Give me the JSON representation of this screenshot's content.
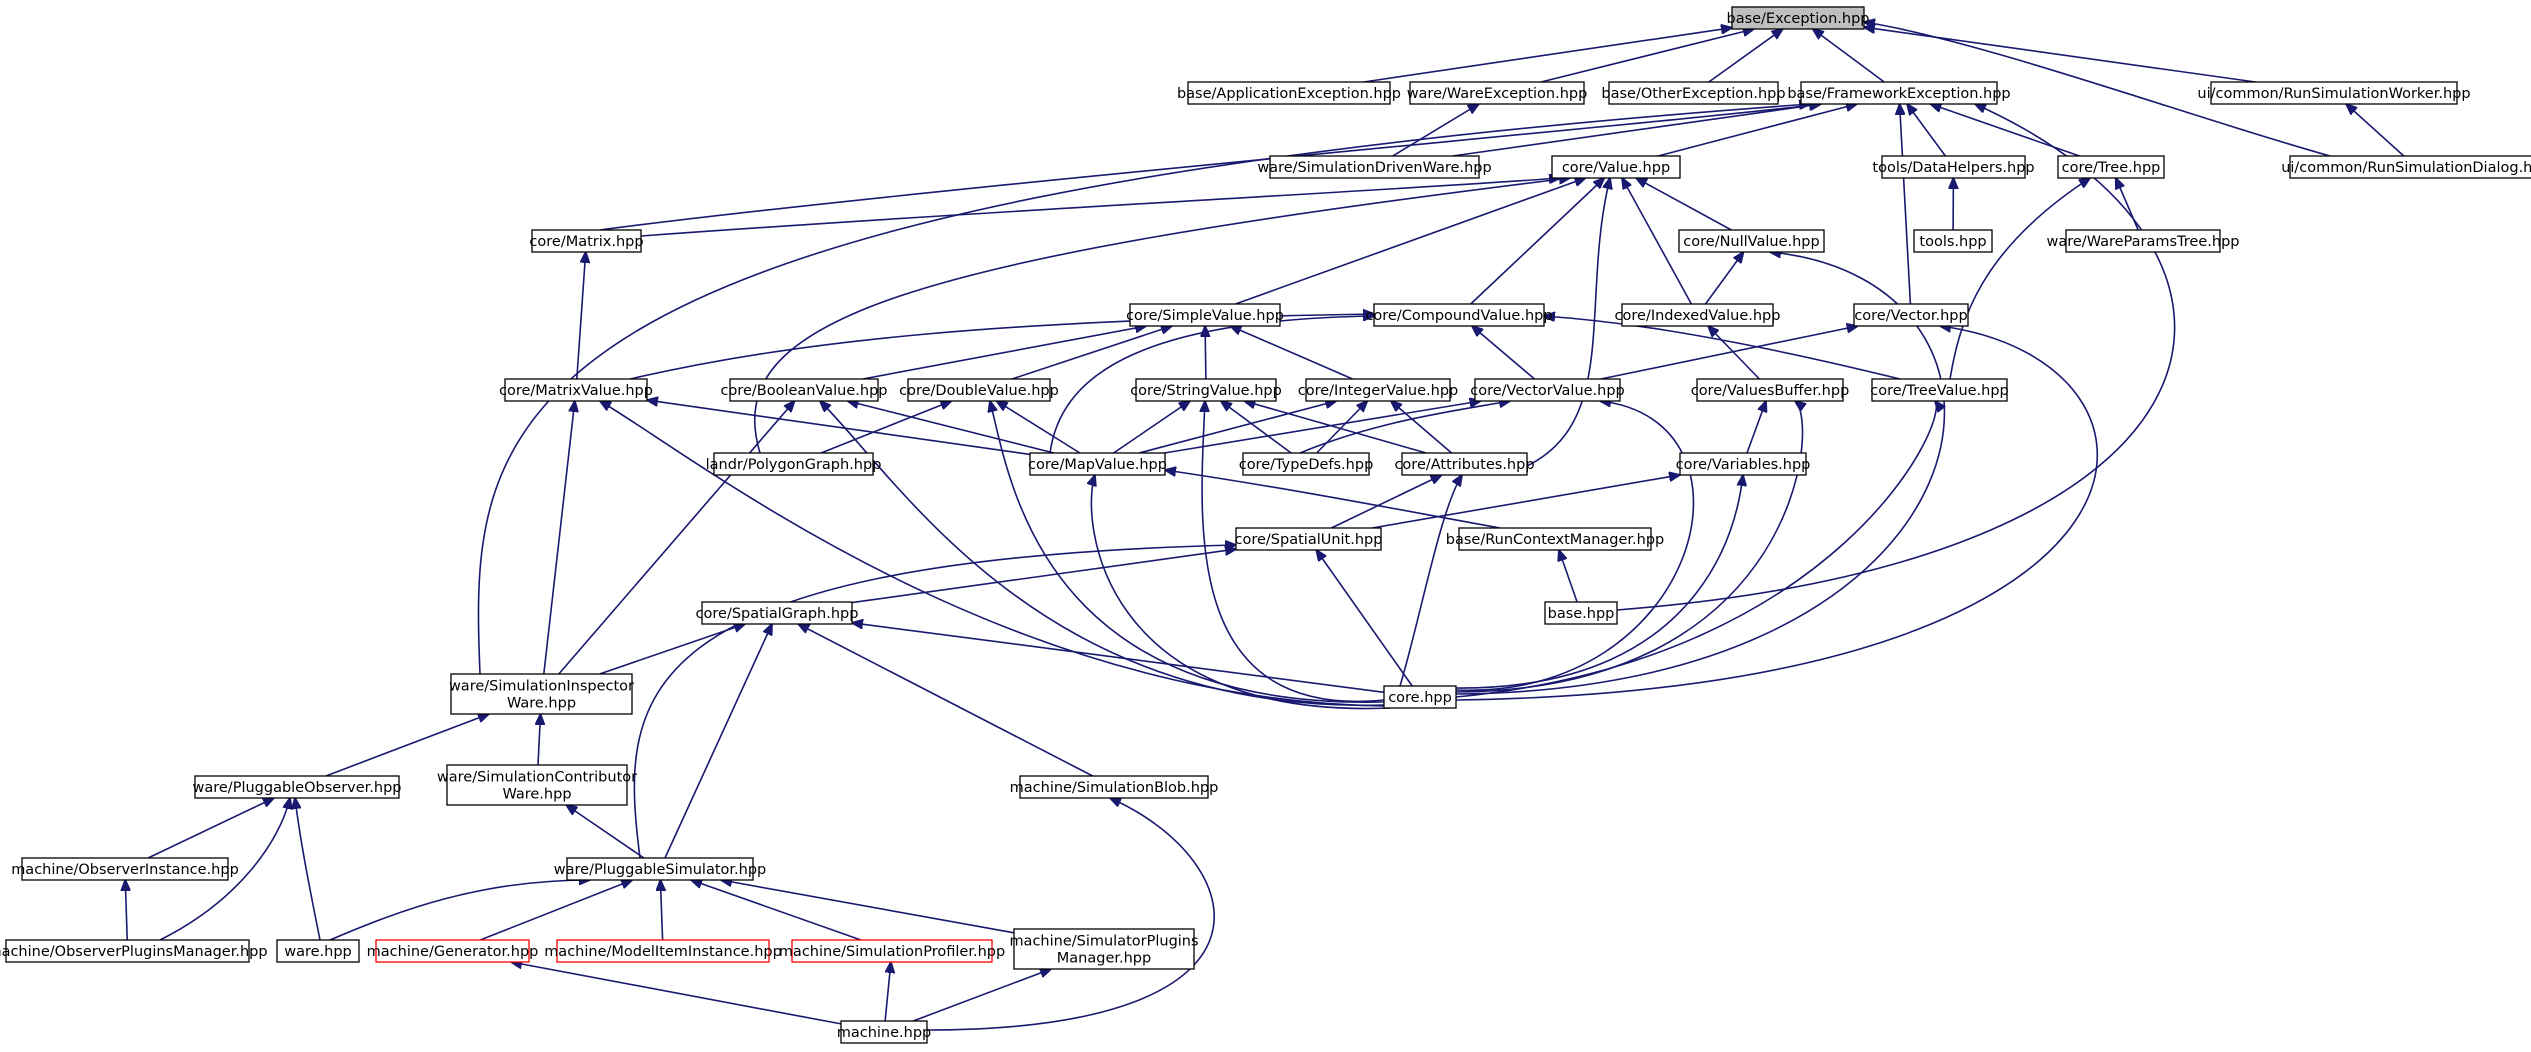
{
  "colors": {
    "edge": "#191970",
    "root_fill": "#bfbfbf",
    "node_border": "#000000",
    "incomplete_border": "#ff0000"
  },
  "nodes": [
    {
      "id": "exception",
      "lines": [
        "base/Exception.hpp"
      ],
      "style": "root"
    },
    {
      "id": "app_exc",
      "lines": [
        "base/ApplicationException.hpp"
      ]
    },
    {
      "id": "ware_exc",
      "lines": [
        "ware/WareException.hpp"
      ]
    },
    {
      "id": "other_exc",
      "lines": [
        "base/OtherException.hpp"
      ]
    },
    {
      "id": "fw_exc",
      "lines": [
        "base/FrameworkException.hpp"
      ]
    },
    {
      "id": "rsworker",
      "lines": [
        "ui/common/RunSimulationWorker.hpp"
      ]
    },
    {
      "id": "simdriven",
      "lines": [
        "ware/SimulationDrivenWare.hpp"
      ]
    },
    {
      "id": "value",
      "lines": [
        "core/Value.hpp"
      ]
    },
    {
      "id": "datahelpers",
      "lines": [
        "tools/DataHelpers.hpp"
      ]
    },
    {
      "id": "tree",
      "lines": [
        "core/Tree.hpp"
      ]
    },
    {
      "id": "rsdialog",
      "lines": [
        "ui/common/RunSimulationDialog.hpp"
      ]
    },
    {
      "id": "matrix",
      "lines": [
        "core/Matrix.hpp"
      ]
    },
    {
      "id": "nullvalue",
      "lines": [
        "core/NullValue.hpp"
      ]
    },
    {
      "id": "tools",
      "lines": [
        "tools.hpp"
      ]
    },
    {
      "id": "wareparamstree",
      "lines": [
        "ware/WareParamsTree.hpp"
      ]
    },
    {
      "id": "simplevalue",
      "lines": [
        "core/SimpleValue.hpp"
      ]
    },
    {
      "id": "compoundvalue",
      "lines": [
        "core/CompoundValue.hpp"
      ]
    },
    {
      "id": "indexedvalue",
      "lines": [
        "core/IndexedValue.hpp"
      ]
    },
    {
      "id": "vector",
      "lines": [
        "core/Vector.hpp"
      ]
    },
    {
      "id": "matrixvalue",
      "lines": [
        "core/MatrixValue.hpp"
      ]
    },
    {
      "id": "booleanvalue",
      "lines": [
        "core/BooleanValue.hpp"
      ]
    },
    {
      "id": "doublevalue",
      "lines": [
        "core/DoubleValue.hpp"
      ]
    },
    {
      "id": "stringvalue",
      "lines": [
        "core/StringValue.hpp"
      ]
    },
    {
      "id": "integervalue",
      "lines": [
        "core/IntegerValue.hpp"
      ]
    },
    {
      "id": "vectorvalue",
      "lines": [
        "core/VectorValue.hpp"
      ]
    },
    {
      "id": "valuesbuffer",
      "lines": [
        "core/ValuesBuffer.hpp"
      ]
    },
    {
      "id": "treevalue",
      "lines": [
        "core/TreeValue.hpp"
      ]
    },
    {
      "id": "polygongraph",
      "lines": [
        "landr/PolygonGraph.hpp"
      ]
    },
    {
      "id": "mapvalue",
      "lines": [
        "core/MapValue.hpp"
      ]
    },
    {
      "id": "typedefs",
      "lines": [
        "core/TypeDefs.hpp"
      ]
    },
    {
      "id": "attributes",
      "lines": [
        "core/Attributes.hpp"
      ]
    },
    {
      "id": "variables",
      "lines": [
        "core/Variables.hpp"
      ]
    },
    {
      "id": "spatialunit",
      "lines": [
        "core/SpatialUnit.hpp"
      ]
    },
    {
      "id": "runctx",
      "lines": [
        "base/RunContextManager.hpp"
      ]
    },
    {
      "id": "base",
      "lines": [
        "base.hpp"
      ]
    },
    {
      "id": "spatialgraph",
      "lines": [
        "core/SpatialGraph.hpp"
      ]
    },
    {
      "id": "core",
      "lines": [
        "core.hpp"
      ]
    },
    {
      "id": "siminspector",
      "lines": [
        "ware/SimulationInspector",
        "Ware.hpp"
      ]
    },
    {
      "id": "pluggableobs",
      "lines": [
        "ware/PluggableObserver.hpp"
      ]
    },
    {
      "id": "simcontrib",
      "lines": [
        "ware/SimulationContributor",
        "Ware.hpp"
      ]
    },
    {
      "id": "simblob",
      "lines": [
        "machine/SimulationBlob.hpp"
      ]
    },
    {
      "id": "obsinstance",
      "lines": [
        "machine/ObserverInstance.hpp"
      ]
    },
    {
      "id": "pluggablesim",
      "lines": [
        "ware/PluggableSimulator.hpp"
      ]
    },
    {
      "id": "obsplugins",
      "lines": [
        "machine/ObserverPluginsManager.hpp"
      ]
    },
    {
      "id": "ware",
      "lines": [
        "ware.hpp"
      ]
    },
    {
      "id": "generator",
      "lines": [
        "machine/Generator.hpp"
      ],
      "style": "red"
    },
    {
      "id": "modelitem",
      "lines": [
        "machine/ModelItemInstance.hpp"
      ],
      "style": "red"
    },
    {
      "id": "simprofiler",
      "lines": [
        "machine/SimulationProfiler.hpp"
      ],
      "style": "red"
    },
    {
      "id": "simplugins",
      "lines": [
        "machine/SimulatorPlugins",
        "Manager.hpp"
      ]
    },
    {
      "id": "machine",
      "lines": [
        "machine.hpp"
      ]
    }
  ],
  "edges": [
    [
      "app_exc",
      "exception"
    ],
    [
      "ware_exc",
      "exception"
    ],
    [
      "other_exc",
      "exception"
    ],
    [
      "fw_exc",
      "exception"
    ],
    [
      "rsworker",
      "exception"
    ],
    [
      "rsdialog",
      "exception"
    ],
    [
      "simdriven",
      "ware_exc"
    ],
    [
      "simdriven",
      "fw_exc"
    ],
    [
      "rsdialog",
      "rsworker"
    ],
    [
      "value",
      "fw_exc"
    ],
    [
      "datahelpers",
      "fw_exc"
    ],
    [
      "tree",
      "fw_exc"
    ],
    [
      "vector",
      "fw_exc"
    ],
    [
      "matrix",
      "fw_exc"
    ],
    [
      "siminspector",
      "fw_exc"
    ],
    [
      "base",
      "fw_exc"
    ],
    [
      "tools",
      "datahelpers"
    ],
    [
      "wareparamstree",
      "tree"
    ],
    [
      "treevalue",
      "tree"
    ],
    [
      "nullvalue",
      "value"
    ],
    [
      "simplevalue",
      "value"
    ],
    [
      "compoundvalue",
      "value"
    ],
    [
      "indexedvalue",
      "value"
    ],
    [
      "attributes",
      "value"
    ],
    [
      "matrix",
      "value"
    ],
    [
      "polygongraph",
      "value"
    ],
    [
      "indexedvalue",
      "nullvalue"
    ],
    [
      "core",
      "nullvalue"
    ],
    [
      "valuesbuffer",
      "indexedvalue"
    ],
    [
      "matrixvalue",
      "matrix"
    ],
    [
      "booleanvalue",
      "simplevalue"
    ],
    [
      "doublevalue",
      "simplevalue"
    ],
    [
      "stringvalue",
      "simplevalue"
    ],
    [
      "integervalue",
      "simplevalue"
    ],
    [
      "matrixvalue",
      "compoundvalue"
    ],
    [
      "mapvalue",
      "compoundvalue"
    ],
    [
      "vectorvalue",
      "compoundvalue"
    ],
    [
      "treevalue",
      "compoundvalue"
    ],
    [
      "vectorvalue",
      "vector"
    ],
    [
      "core",
      "vector"
    ],
    [
      "mapvalue",
      "matrixvalue"
    ],
    [
      "core",
      "matrixvalue"
    ],
    [
      "siminspector",
      "matrixvalue"
    ],
    [
      "mapvalue",
      "booleanvalue"
    ],
    [
      "core",
      "booleanvalue"
    ],
    [
      "siminspector",
      "booleanvalue"
    ],
    [
      "mapvalue",
      "doublevalue"
    ],
    [
      "core",
      "doublevalue"
    ],
    [
      "polygongraph",
      "doublevalue"
    ],
    [
      "mapvalue",
      "stringvalue"
    ],
    [
      "typedefs",
      "stringvalue"
    ],
    [
      "attributes",
      "stringvalue"
    ],
    [
      "core",
      "stringvalue"
    ],
    [
      "mapvalue",
      "integervalue"
    ],
    [
      "typedefs",
      "integervalue"
    ],
    [
      "attributes",
      "integervalue"
    ],
    [
      "mapvalue",
      "vectorvalue"
    ],
    [
      "typedefs",
      "vectorvalue"
    ],
    [
      "core",
      "vectorvalue"
    ],
    [
      "variables",
      "valuesbuffer"
    ],
    [
      "core",
      "valuesbuffer"
    ],
    [
      "core",
      "treevalue"
    ],
    [
      "runctx",
      "mapvalue"
    ],
    [
      "core",
      "mapvalue"
    ],
    [
      "spatialunit",
      "attributes"
    ],
    [
      "core",
      "attributes"
    ],
    [
      "spatialunit",
      "variables"
    ],
    [
      "core",
      "variables"
    ],
    [
      "spatialgraph",
      "spatialunit"
    ],
    [
      "core",
      "spatialunit"
    ],
    [
      "pluggablesim",
      "spatialunit"
    ],
    [
      "base",
      "runctx"
    ],
    [
      "siminspector",
      "spatialgraph"
    ],
    [
      "core",
      "spatialgraph"
    ],
    [
      "pluggablesim",
      "spatialgraph"
    ],
    [
      "simblob",
      "spatialgraph"
    ],
    [
      "pluggableobs",
      "siminspector"
    ],
    [
      "simcontrib",
      "siminspector"
    ],
    [
      "obsinstance",
      "pluggableobs"
    ],
    [
      "obsplugins",
      "pluggableobs"
    ],
    [
      "ware",
      "pluggableobs"
    ],
    [
      "pluggablesim",
      "simcontrib"
    ],
    [
      "machine",
      "simblob"
    ],
    [
      "obsplugins",
      "obsinstance"
    ],
    [
      "ware",
      "pluggablesim"
    ],
    [
      "generator",
      "pluggablesim"
    ],
    [
      "modelitem",
      "pluggablesim"
    ],
    [
      "simprofiler",
      "pluggablesim"
    ],
    [
      "simplugins",
      "pluggablesim"
    ],
    [
      "machine",
      "generator"
    ],
    [
      "machine",
      "simprofiler"
    ],
    [
      "machine",
      "simplugins"
    ]
  ]
}
